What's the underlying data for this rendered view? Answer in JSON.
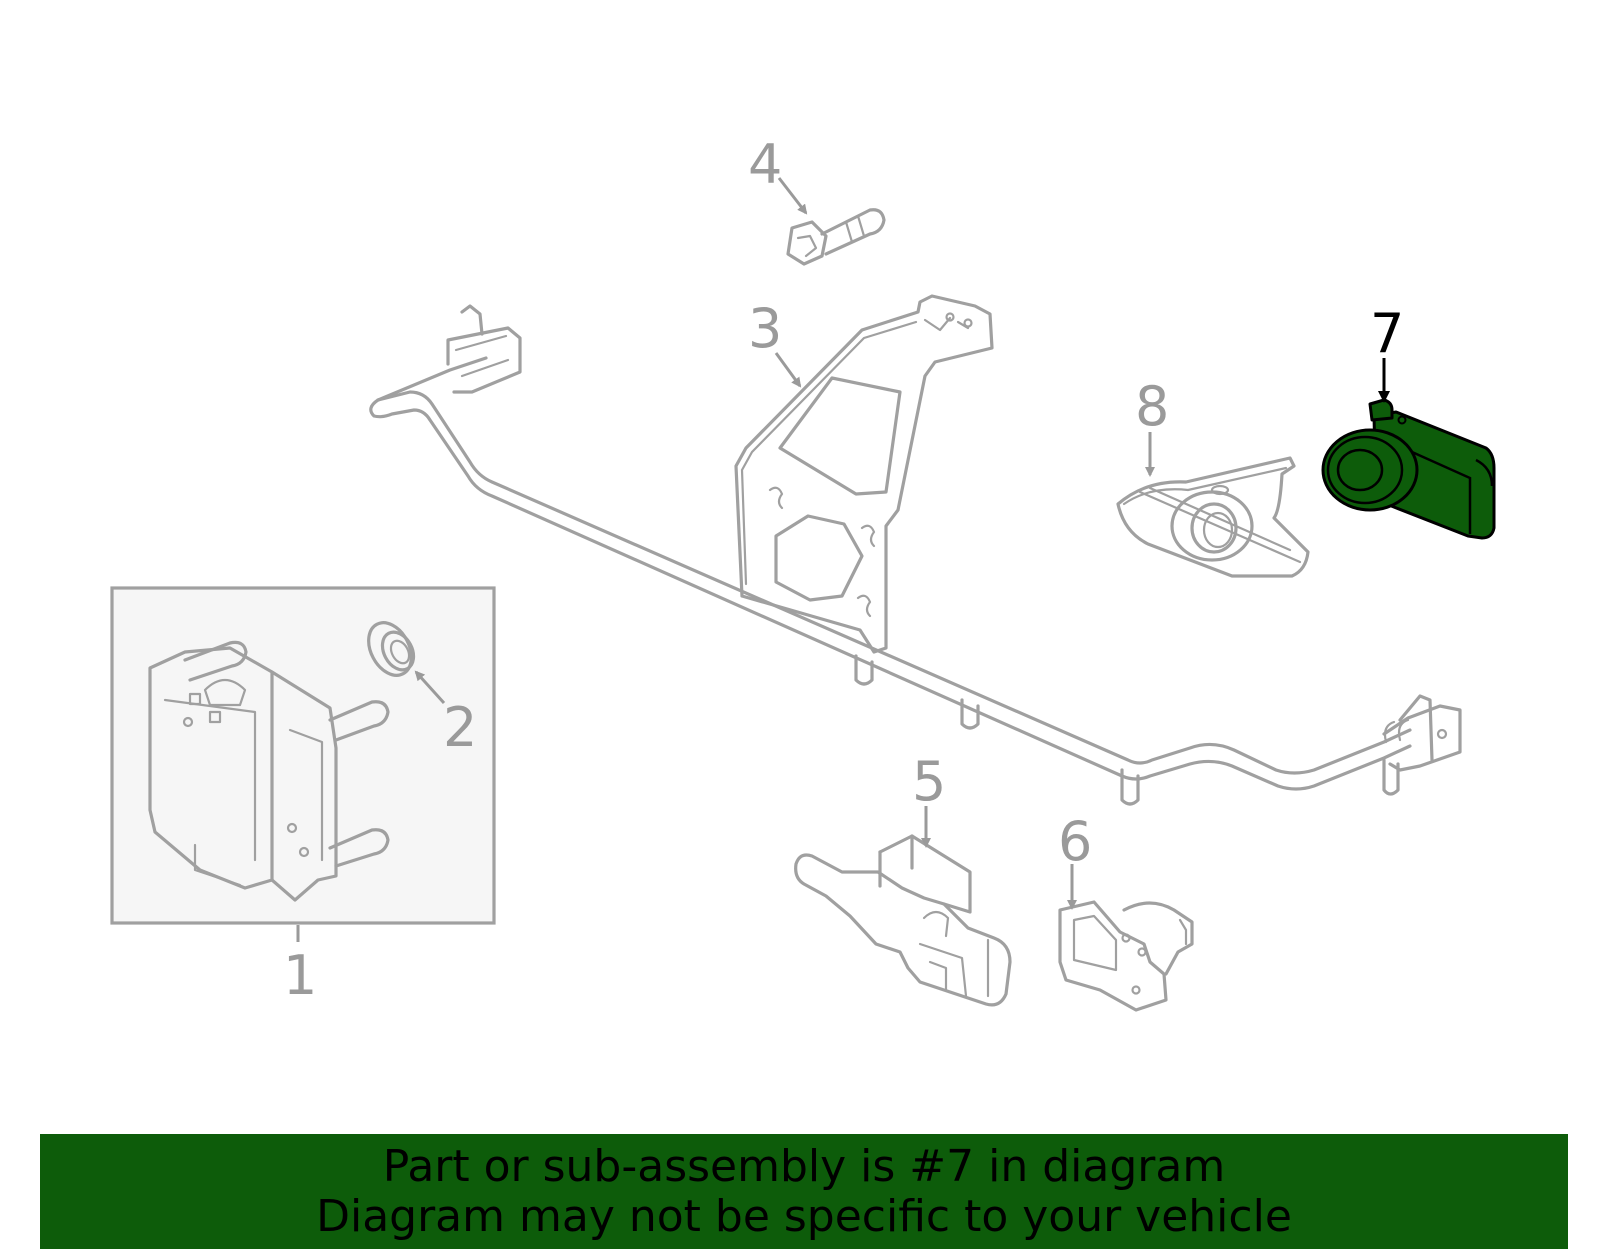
{
  "diagram": {
    "callouts": [
      {
        "id": "1",
        "label": "1"
      },
      {
        "id": "2",
        "label": "2"
      },
      {
        "id": "3",
        "label": "3"
      },
      {
        "id": "4",
        "label": "4"
      },
      {
        "id": "5",
        "label": "5"
      },
      {
        "id": "6",
        "label": "6"
      },
      {
        "id": "7",
        "label": "7"
      },
      {
        "id": "8",
        "label": "8"
      }
    ],
    "highlighted_part": "7",
    "colors": {
      "line_art": "#a0a0a0",
      "highlight_fill": "#0d5c0a",
      "kit_box_fill": "#f6f6f6",
      "banner_background": "#0d5c0a",
      "banner_text": "#000000"
    }
  },
  "banner": {
    "line1": "Part or sub-assembly is #7 in diagram",
    "line2": "Diagram may not be specific to your vehicle"
  }
}
